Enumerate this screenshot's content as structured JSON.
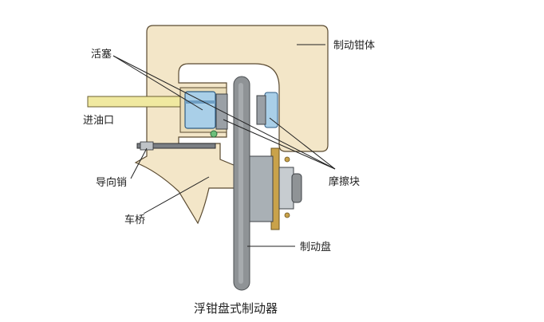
{
  "diagram": {
    "labels": {
      "caliper": "制动钳体",
      "piston": "活塞",
      "oil_inlet": "进油口",
      "guide_pin": "导向销",
      "axle": "车桥",
      "brake_pad": "摩擦块",
      "brake_disc": "制动盘"
    },
    "caption": "浮钳盘式制动器"
  },
  "colors": {
    "caliper_fill": "#f3e6c8",
    "caliper_stroke": "#5a4a30",
    "piston_fill": "#a9cfe8",
    "disc_fill": "#8f9396",
    "oil_pipe": "#f0e9a0",
    "hub_gold": "#c9a24a"
  }
}
